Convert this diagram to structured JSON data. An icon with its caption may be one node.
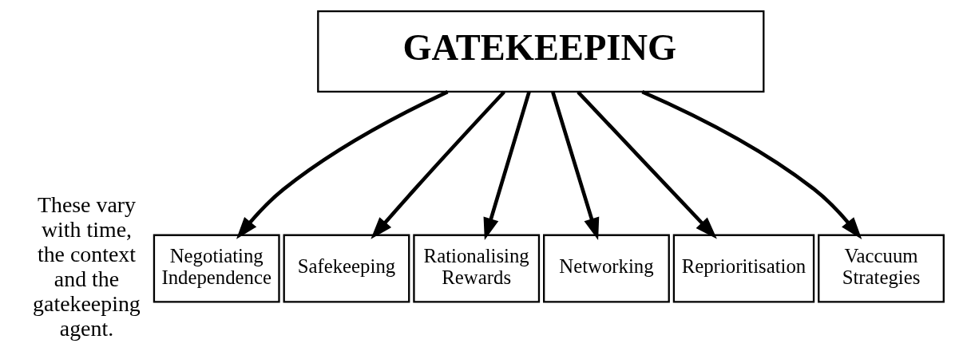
{
  "diagram": {
    "nodes": [
      {
        "text": [
          "GATEKEEPING"
        ]
      },
      {
        "text": [
          "Negotiating Independence"
        ]
      },
      {
        "text": [
          "Safekeeping"
        ]
      },
      {
        "text": [
          "Rationalising Rewards"
        ]
      },
      {
        "text": [
          "Networking"
        ]
      },
      {
        "text": [
          "Reprioritisation"
        ]
      },
      {
        "text": [
          "Vaccuum Strategies"
        ]
      }
    ],
    "edges": [
      {
        "from": 0,
        "to": 1,
        "arrow": "to"
      },
      {
        "from": 0,
        "to": 2,
        "arrow": "to"
      },
      {
        "from": 0,
        "to": 3,
        "arrow": "to"
      },
      {
        "from": 0,
        "to": 4,
        "arrow": "to"
      },
      {
        "from": 0,
        "to": 5,
        "arrow": "to"
      },
      {
        "from": 0,
        "to": 6,
        "arrow": "to"
      }
    ],
    "labels": [
      "These vary with time, the context and the gatekeeping agent."
    ]
  }
}
